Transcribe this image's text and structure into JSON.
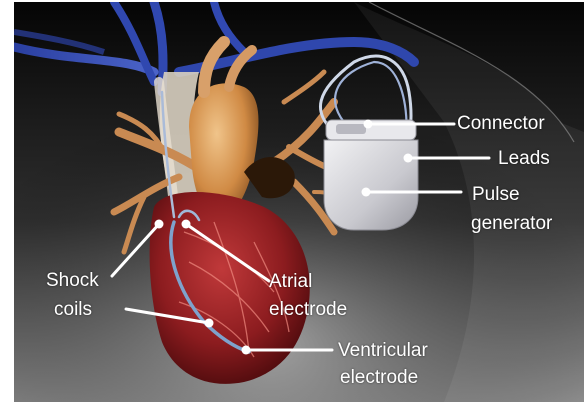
{
  "diagram": {
    "labels": {
      "connector": "Connector",
      "leads": "Leads",
      "pulse_generator_line1": "Pulse",
      "pulse_generator_line2": "generator",
      "atrial_line1": "Atrial",
      "atrial_line2": "electrode",
      "shock_line1": "Shock",
      "shock_line2": "coils",
      "ventricular_line1": "Ventricular",
      "ventricular_line2": "electrode"
    }
  }
}
